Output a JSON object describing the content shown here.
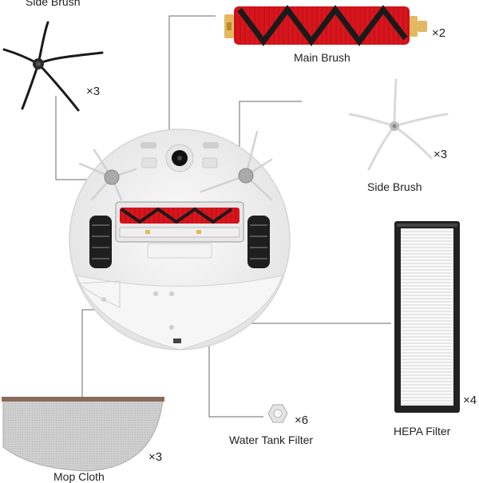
{
  "parts": {
    "side_brush_black": {
      "label": "Side Brush",
      "qty": "×3"
    },
    "main_brush": {
      "label": "Main Brush",
      "qty": "×2"
    },
    "side_brush_white": {
      "label": "Side Brush",
      "qty": "×3"
    },
    "hepa_filter": {
      "label": "HEPA Filter",
      "qty": "×4"
    },
    "water_tank_filter": {
      "label": "Water Tank Filter",
      "qty": "×6"
    },
    "mop_cloth": {
      "label": "Mop Cloth",
      "qty": "×3"
    }
  },
  "colors": {
    "brush_red": "#d8141c",
    "brush_black": "#1a1a1a",
    "brush_end": "#e2b860",
    "robot_body": "#f1f1f1",
    "mop_trim": "#8a6a5a",
    "leader_line": "#6a6a6a"
  }
}
